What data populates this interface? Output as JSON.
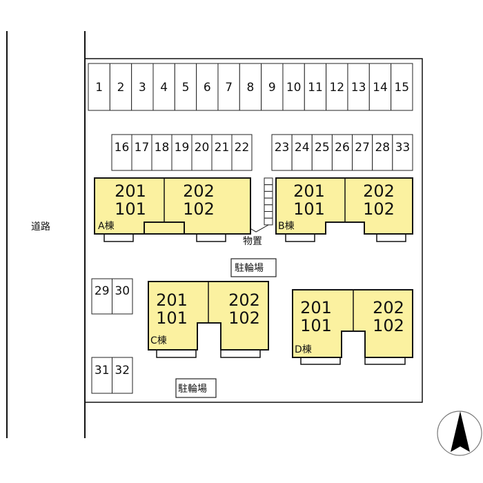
{
  "road_label": "道路",
  "parking_row1": [
    "1",
    "2",
    "3",
    "4",
    "5",
    "6",
    "7",
    "8",
    "9",
    "10",
    "11",
    "12",
    "13",
    "14",
    "15"
  ],
  "parking_row2_left": [
    "16",
    "17",
    "18",
    "19",
    "20",
    "21",
    "22"
  ],
  "parking_row2_right": [
    "23",
    "24",
    "25",
    "26",
    "27",
    "28",
    "33"
  ],
  "parking_29_30": [
    "29",
    "30"
  ],
  "parking_31_32": [
    "31",
    "32"
  ],
  "storage_label": "物置",
  "bicycle_parking_label": "駐輪場",
  "buildings": {
    "A": {
      "name": "A棟",
      "left_upper": "201",
      "left_lower": "101",
      "right_upper": "202",
      "right_lower": "102"
    },
    "B": {
      "name": "B棟",
      "left_upper": "201",
      "left_lower": "101",
      "right_upper": "202",
      "right_lower": "102"
    },
    "C": {
      "name": "C棟",
      "left_upper": "201",
      "left_lower": "101",
      "right_upper": "202",
      "right_lower": "102"
    },
    "D": {
      "name": "D棟",
      "left_upper": "201",
      "left_lower": "101",
      "right_upper": "202",
      "right_lower": "102"
    }
  },
  "colors": {
    "building_fill": "#fbf1a0",
    "line": "#111111"
  }
}
